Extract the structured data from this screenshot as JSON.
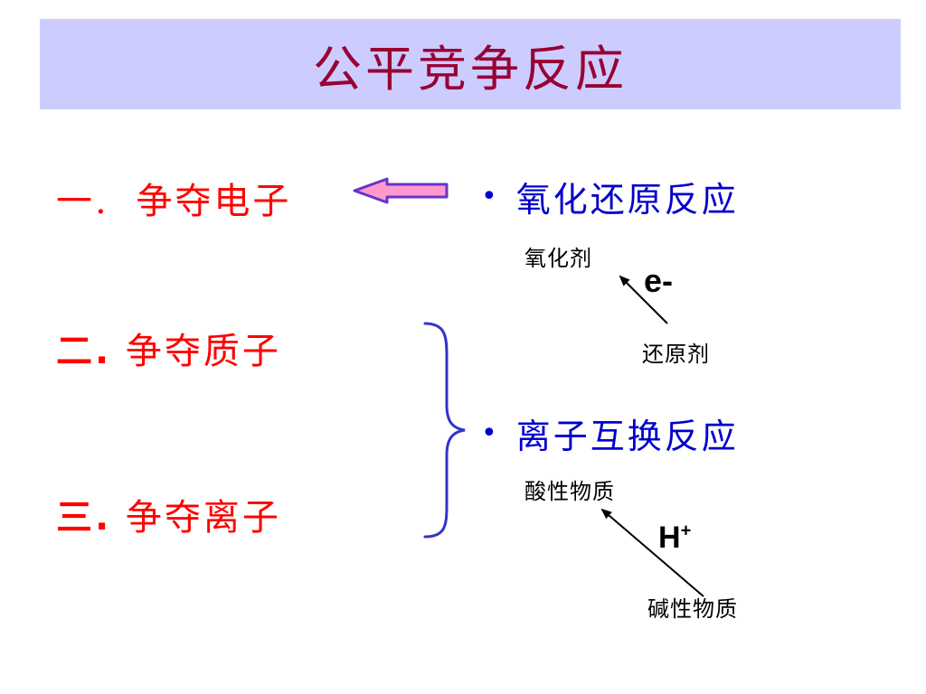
{
  "title": "公平竞争反应",
  "left_items": [
    {
      "num": "一.",
      "text": "争夺电子"
    },
    {
      "num": "二.",
      "text": "争夺质子"
    },
    {
      "num": "三.",
      "text": "争夺离子"
    }
  ],
  "right": {
    "redox": {
      "bullet": "•",
      "heading": "氧化还原反应",
      "oxidant": "氧化剂",
      "reductant": "还原剂",
      "particle": "e-"
    },
    "ion_exchange": {
      "bullet": "•",
      "heading": "离子互换反应",
      "acid": "酸性物质",
      "base": "碱性物质",
      "particle_base": "H",
      "particle_charge": "+"
    }
  },
  "colors": {
    "title_bg": "#ccccff",
    "title_text": "#990033",
    "left_text": "#ff0000",
    "heading_text": "#0000cc",
    "arrow_fill": "#ff99cc",
    "arrow_stroke": "#6633cc",
    "brace": "#3333cc"
  }
}
